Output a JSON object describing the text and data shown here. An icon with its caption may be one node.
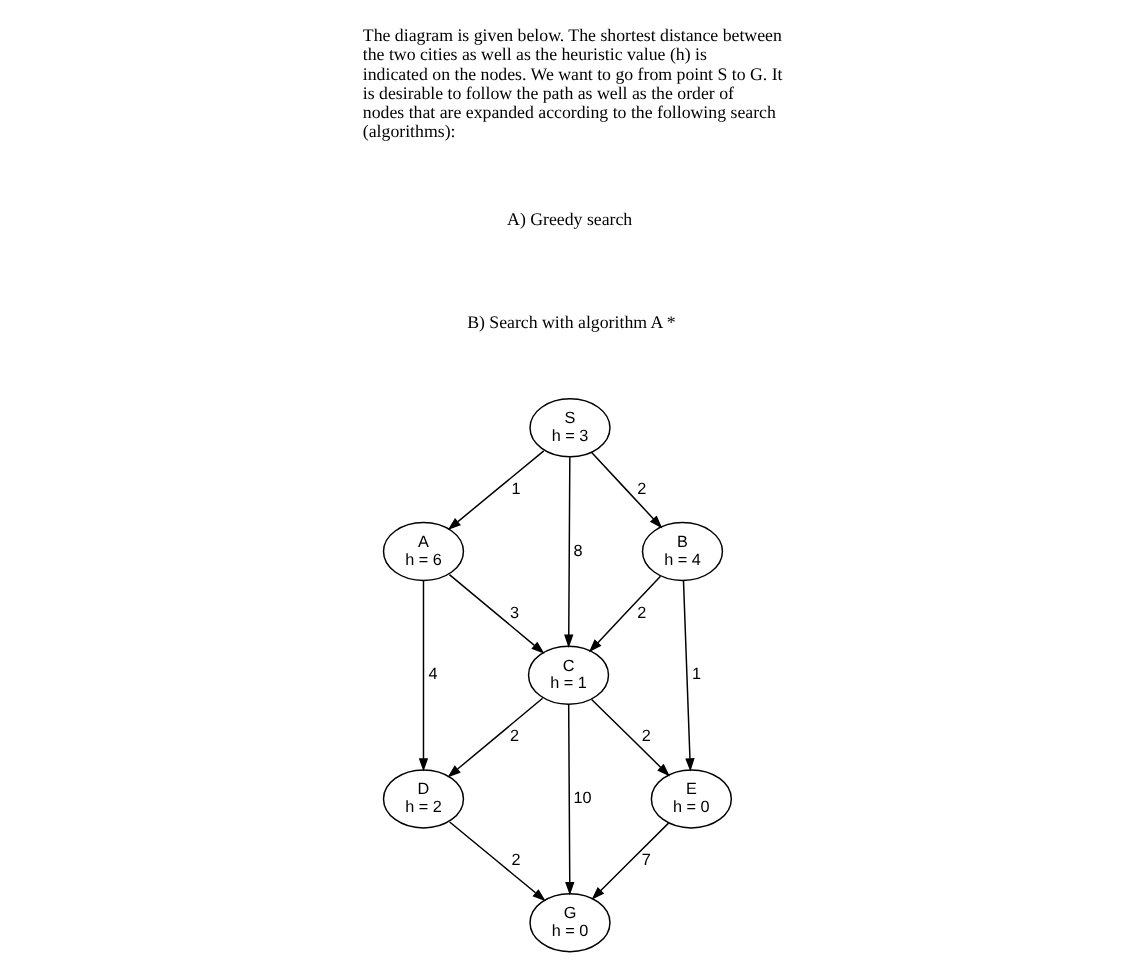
{
  "diagram": {
    "nodes": [
      {
        "text": [
          "S",
          "h = 3"
        ]
      },
      {
        "text": [
          "A",
          "h = 6"
        ]
      },
      {
        "text": [
          "B",
          "h = 4"
        ]
      },
      {
        "text": [
          "C",
          "h = 1"
        ]
      },
      {
        "text": [
          "D",
          "h = 2"
        ]
      },
      {
        "text": [
          "E",
          "h = 0"
        ]
      },
      {
        "text": [
          "G",
          "h = 0"
        ]
      }
    ],
    "edges": [
      {
        "from": 0,
        "to": 1,
        "arrow": "to",
        "label": "1"
      },
      {
        "from": 0,
        "to": 3,
        "arrow": "to",
        "label": "8"
      },
      {
        "from": 0,
        "to": 2,
        "arrow": "to",
        "label": "2"
      },
      {
        "from": 1,
        "to": 4,
        "arrow": "to",
        "label": "4"
      },
      {
        "from": 1,
        "to": 3,
        "arrow": "to",
        "label": "3"
      },
      {
        "from": 2,
        "to": 3,
        "arrow": "to",
        "label": "2"
      },
      {
        "from": 2,
        "to": 5,
        "arrow": "to",
        "label": "1"
      },
      {
        "from": 3,
        "to": 4,
        "arrow": "to",
        "label": "2"
      },
      {
        "from": 3,
        "to": 6,
        "arrow": "to",
        "label": "10"
      },
      {
        "from": 3,
        "to": 5,
        "arrow": "to",
        "label": "2"
      },
      {
        "from": 4,
        "to": 6,
        "arrow": "to",
        "label": "2"
      },
      {
        "from": 5,
        "to": 6,
        "arrow": "to",
        "label": "7"
      }
    ],
    "labels": [
      "The diagram is given below. The shortest distance between the two cities as well as the heuristic value (h) is indicated on the nodes. We want to go from point S to G. It is desirable to follow the path as well as the order of nodes that are expanded according to the following search (algorithms):",
      "A) Greedy search",
      "B) Search with algorithm A *"
    ]
  }
}
